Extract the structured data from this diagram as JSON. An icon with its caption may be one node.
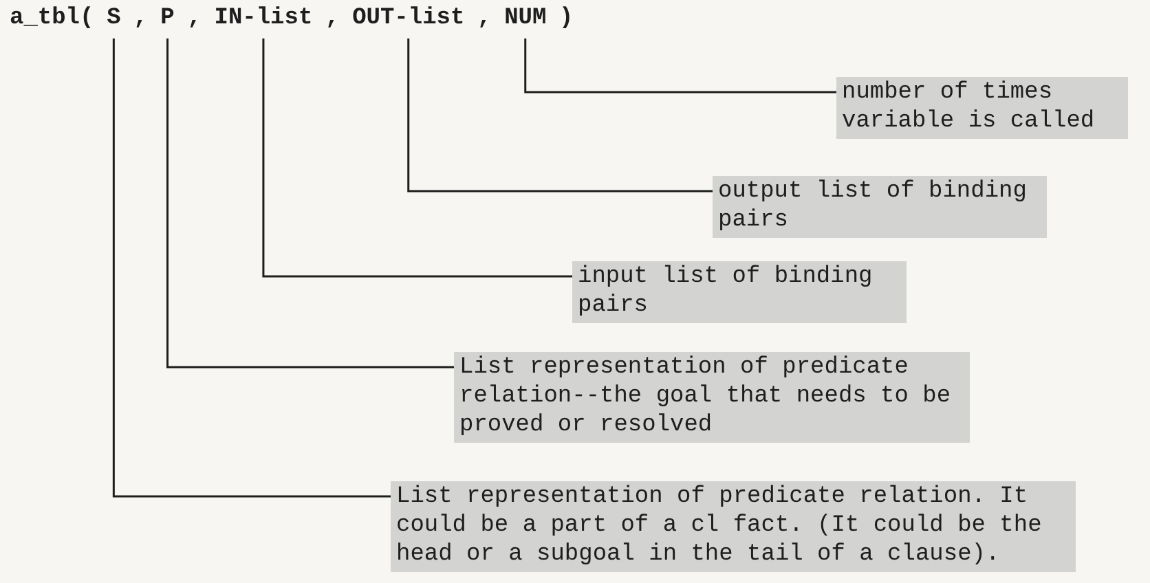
{
  "diagram": {
    "nodes": [
      {
        "text": [
          "S"
        ]
      },
      {
        "text": [
          "P"
        ]
      },
      {
        "text": [
          "IN-list"
        ]
      },
      {
        "text": [
          "OUT-list"
        ]
      },
      {
        "text": [
          "NUM"
        ]
      },
      {
        "text": [
          "number of times variable is called"
        ]
      },
      {
        "text": [
          "output list of binding pairs"
        ]
      },
      {
        "text": [
          "input list of binding pairs"
        ]
      },
      {
        "text": [
          "List representation of predicate relation--the goal that needs to be proved or resolved"
        ]
      },
      {
        "text": [
          "List representation of predicate relation. It could be a part of a cl fact. (It could be the head or a subgoal in the tail of a clause)."
        ]
      }
    ],
    "edges": [
      {
        "from": 5,
        "to": 4,
        "arrow": "none"
      },
      {
        "from": 6,
        "to": 3,
        "arrow": "none"
      },
      {
        "from": 7,
        "to": 2,
        "arrow": "none"
      },
      {
        "from": 8,
        "to": 1,
        "arrow": "none"
      },
      {
        "from": 9,
        "to": 0,
        "arrow": "none"
      }
    ],
    "labels": [
      "a_tbl(",
      ",",
      ",",
      ",",
      ",",
      ")"
    ]
  }
}
